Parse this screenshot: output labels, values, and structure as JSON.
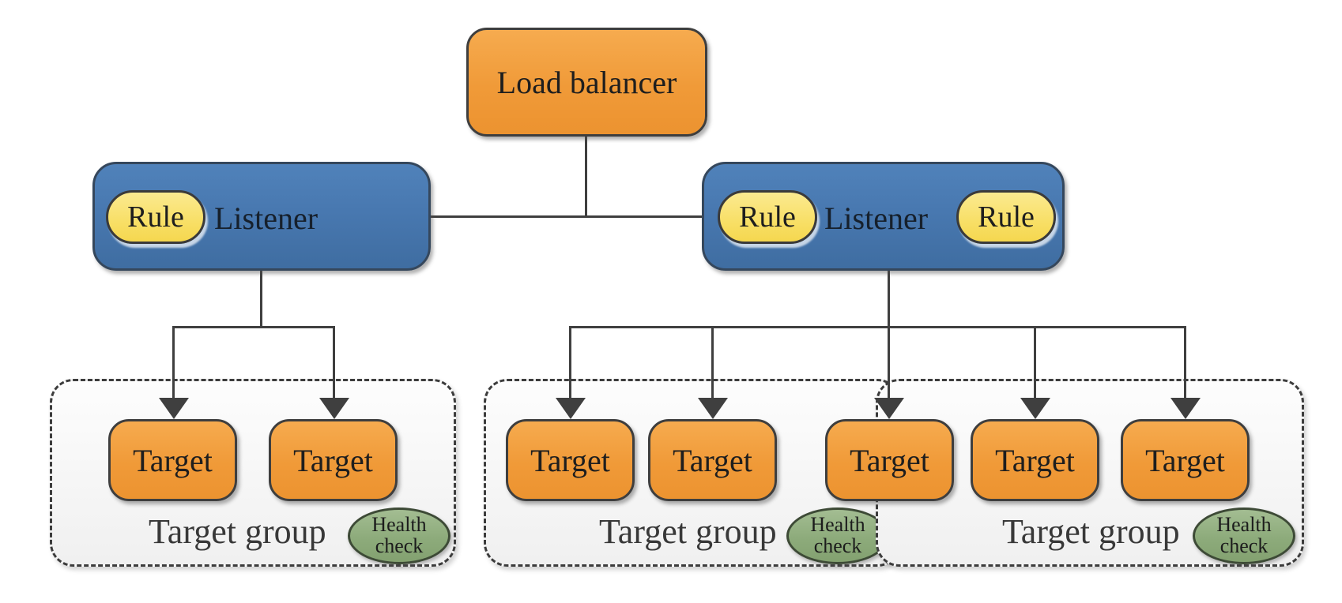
{
  "load_balancer": {
    "label": "Load balancer"
  },
  "listeners": [
    {
      "label": "Listener",
      "rules": [
        "Rule"
      ]
    },
    {
      "label": "Listener",
      "rules": [
        "Rule",
        "Rule"
      ]
    }
  ],
  "target_groups": [
    {
      "label": "Target group",
      "health_check_label": "Health check",
      "targets": [
        "Target",
        "Target"
      ]
    },
    {
      "label": "Target group",
      "health_check_label": "Health check",
      "targets": [
        "Target",
        "Target",
        "Target"
      ]
    },
    {
      "label": "Target group",
      "health_check_label": "Health check",
      "targets": [
        "Target",
        "Target"
      ]
    }
  ],
  "colors": {
    "node_orange": "#F09A38",
    "listener_blue": "#4878B0",
    "rule_yellow": "#F8DF66",
    "health_green": "#8DAB7B",
    "group_background": "#F5F5F5",
    "connector_line": "#3F3F3F"
  }
}
